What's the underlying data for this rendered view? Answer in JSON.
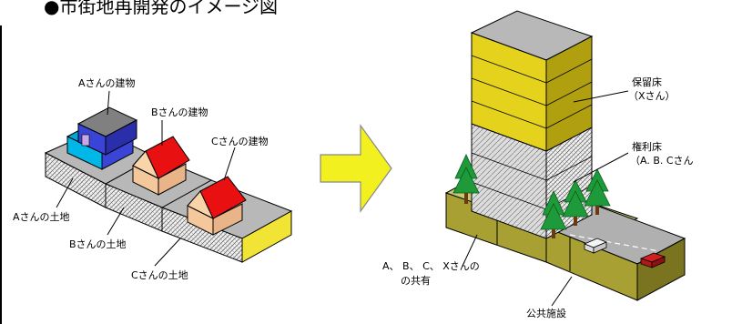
{
  "title": "●市街地再開発のイメージ図",
  "before": {
    "buildings": {
      "a": "Aさんの建物",
      "b": "Bさんの建物",
      "c": "Cさんの建物"
    },
    "lands": {
      "a": "Aさんの土地",
      "b": "Bさんの土地",
      "c": "Cさんの土地"
    }
  },
  "after": {
    "reserved_floor": [
      "保留床",
      "（Xさん）"
    ],
    "rights_floor": [
      "権利床",
      "（A. B. Cさん"
    ],
    "shared_land": [
      "A、 B、 C、 Xさんの",
      "の共有"
    ],
    "public_facility": "公共施設"
  },
  "colors": {
    "building_a": "#3a44d6",
    "roof_red": "#e81010",
    "wall_peach": "#f4c89a",
    "tower_yellow": "#e4d21c",
    "arrow_yellow": "#f2f01e",
    "base_olive": "#a8a032",
    "tree_green": "#1f9a3a",
    "car_red": "#b01818"
  }
}
